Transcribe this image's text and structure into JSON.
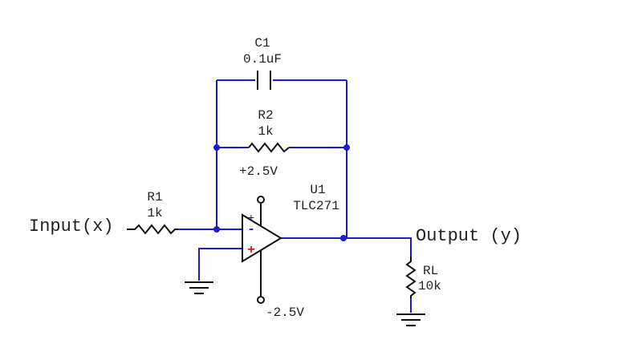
{
  "colors": {
    "wire": "#1c1cc8",
    "component": "#111111",
    "text": "#222222",
    "polarity_plus": "#e01010"
  },
  "components": {
    "c1": {
      "ref": "C1",
      "value": "0.1uF"
    },
    "r2": {
      "ref": "R2",
      "value": "1k"
    },
    "r1": {
      "ref": "R1",
      "value": "1k"
    },
    "rl": {
      "ref": "RL",
      "value": "10k"
    },
    "u1": {
      "ref": "U1",
      "value": "TLC271"
    }
  },
  "supplies": {
    "positive": "+2.5V",
    "negative": "-2.5V"
  },
  "opamp_pins": {
    "inverting": "-",
    "noninverting": "+",
    "supply_positive": "+"
  },
  "ports": {
    "input": "Input(x)",
    "output": "Output (y)"
  }
}
